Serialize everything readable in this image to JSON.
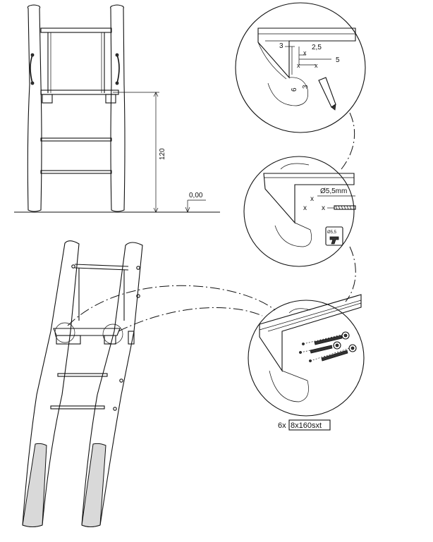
{
  "front_view": {
    "dim_height": "120",
    "ground_level": "0,00"
  },
  "detail_1": {
    "dim_a": "3",
    "dim_b": "2,5",
    "dim_c": "5",
    "dim_d": "6",
    "dim_e": "3"
  },
  "detail_2": {
    "drill_diameter": "Ø5,5mm",
    "mark_x1": "x",
    "mark_x2": "x",
    "mark_x3": "x",
    "drill_icon_label": "Ø5,5"
  },
  "detail_3": {
    "screw_qty": "6x",
    "screw_spec": "8x160sxt"
  }
}
